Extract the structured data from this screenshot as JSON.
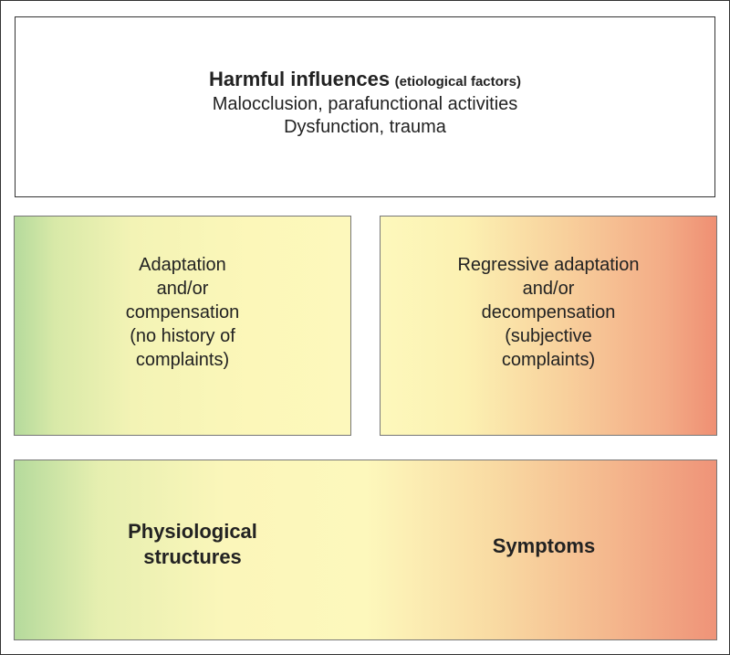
{
  "top_box": {
    "title": "Harmful influences",
    "subtitle": "(etiological factors)",
    "line1": "Malocclusion, parafunctional activities",
    "line2": "Dysfunction, trauma"
  },
  "left_box": {
    "lines": [
      "Adaptation",
      "and/or",
      "compensation",
      "(no history of",
      "complaints)"
    ]
  },
  "right_box": {
    "lines": [
      "Regressive adaptation",
      "and/or",
      "decompensation",
      "(subjective",
      "complaints)"
    ]
  },
  "bottom_box": {
    "left_label_1": "Physiological",
    "left_label_2": "structures",
    "right_label": "Symptoms"
  },
  "colors": {
    "green": "#b5da9c",
    "yellow": "#fdf8bc",
    "salmon": "#ef8f73"
  }
}
